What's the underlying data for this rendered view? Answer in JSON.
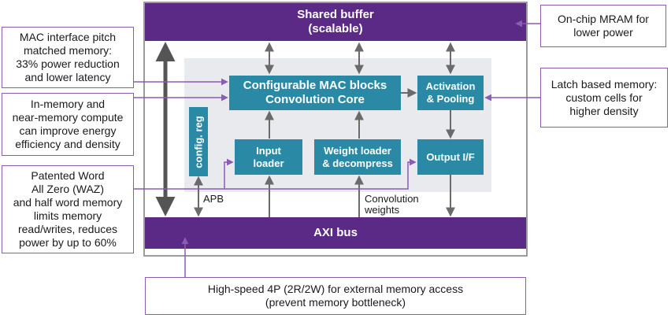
{
  "colors": {
    "purple": "#5b2a86",
    "teal": "#2a8aa6",
    "connector_purple": "#8c5bb4",
    "arrow_grey": "#6a6a6a",
    "panel_grey": "#e9eaee"
  },
  "shared_buffer": {
    "line1": "Shared buffer",
    "line2": "(scalable)"
  },
  "axi_bus": {
    "label": "AXI bus"
  },
  "blocks": {
    "mac": {
      "line1": "Configurable MAC blocks",
      "line2": "Convolution Core"
    },
    "activation": {
      "line1": "Activation",
      "line2": "& Pooling"
    },
    "config_reg": {
      "label": "config. reg"
    },
    "input_loader": {
      "line1": "Input",
      "line2": "loader"
    },
    "weight_loader": {
      "line1": "Weight loader",
      "line2": "& decompress"
    },
    "output_if": {
      "label": "Output I/F"
    }
  },
  "labels": {
    "apb": "APB",
    "conv_weights_1": "Convolution",
    "conv_weights_2": "weights"
  },
  "callouts": {
    "mac_interface": [
      "MAC interface pitch",
      "matched memory:",
      "33% power reduction",
      "and lower latency"
    ],
    "in_memory": [
      "In-memory and",
      "near-memory compute",
      "can improve energy",
      "efficiency and density"
    ],
    "waz": [
      "Patented Word",
      "All Zero (WAZ)",
      "and half word memory",
      "limits memory",
      "read/writes, reduces",
      "power by up to 60%"
    ],
    "mram": [
      "On-chip MRAM for",
      "lower power"
    ],
    "latch": [
      "Latch based memory:",
      "custom cells for",
      "higher density"
    ],
    "high_speed": [
      "High-speed 4P (2R/2W) for external memory access",
      "(prevent memory bottleneck)"
    ]
  }
}
